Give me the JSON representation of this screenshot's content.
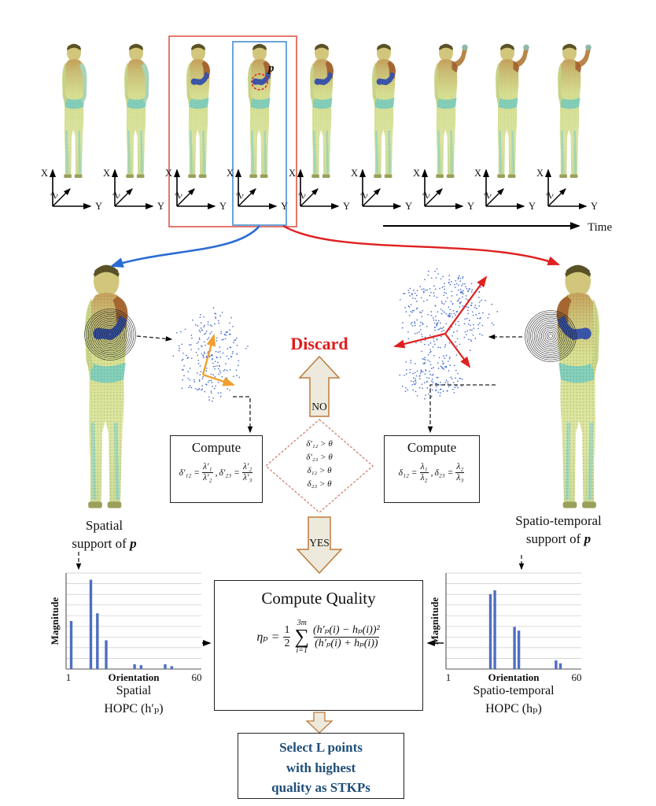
{
  "figure": {
    "axes": {
      "x": "X",
      "y": "Y",
      "z": "Z"
    },
    "time_label": "Time",
    "point_label": "p",
    "discard_label": "Discard",
    "no_label": "NO",
    "yes_label": "YES",
    "left_support_caption": {
      "line1": "Spatial",
      "line2_prefix": "support of ",
      "point": "p"
    },
    "right_support_caption": {
      "line1": "Spatio-temporal",
      "line2_prefix": "support of ",
      "point": "p"
    },
    "compute_left": {
      "title": "Compute",
      "f1_lhs": "δ′₁₂ =",
      "f1_num": "λ′₁",
      "f1_den": "λ′₂",
      "sep": ",",
      "f2_lhs": "δ′₂₃ =",
      "f2_num": "λ′₂",
      "f2_den": "λ′₃"
    },
    "compute_right": {
      "title": "Compute",
      "f1_lhs": "δ₁₂ =",
      "f1_num": "λ₁",
      "f1_den": "λ₂",
      "sep": ",",
      "f2_lhs": "δ₂₃ =",
      "f2_num": "λ₂",
      "f2_den": "λ₃"
    },
    "decision": {
      "conditions": [
        "δ′₁₂ > θ",
        "δ′₂₃ > θ",
        "δ₁₂ > θ",
        "δ₂₃ > θ"
      ]
    },
    "quality_box": {
      "title": "Compute Quality",
      "lhs": "ηₚ =",
      "coef_num": "1",
      "coef_den": "2",
      "sum_upper": "3m",
      "sum_sigma": "∑",
      "sum_lower": "i=1",
      "frac_num": "(h′ₚ(i) − hₚ(i))²",
      "frac_den": "(h′ₚ(i) + hₚ(i))"
    },
    "left_chart_caption": {
      "line1": "Spatial",
      "line2": "HOPC (h′ₚ)"
    },
    "right_chart_caption": {
      "line1": "Spatio-temporal",
      "line2": "HOPC (hₚ)"
    },
    "final_box": {
      "line1": "Select L points",
      "line2": "with highest",
      "line3": "quality as STKPs"
    }
  },
  "chart_data": [
    {
      "type": "bar",
      "title": "Spatial HOPC (h′ₚ)",
      "xlabel": "Orientation",
      "ylabel": "Magnitude",
      "x_ticks": [
        "1",
        "60"
      ],
      "x_range": [
        1,
        60
      ],
      "ylim": [
        0,
        1
      ],
      "grid": true,
      "bars": [
        {
          "x": 2,
          "v": 0.5
        },
        {
          "x": 11,
          "v": 0.93
        },
        {
          "x": 14,
          "v": 0.58
        },
        {
          "x": 18,
          "v": 0.3
        },
        {
          "x": 31,
          "v": 0.05
        },
        {
          "x": 34,
          "v": 0.04
        },
        {
          "x": 45,
          "v": 0.05
        },
        {
          "x": 48,
          "v": 0.03
        }
      ]
    },
    {
      "type": "bar",
      "title": "Spatio-temporal HOPC (hₚ)",
      "xlabel": "Orientation",
      "ylabel": "Magnitude",
      "x_ticks": [
        "1",
        "60"
      ],
      "x_range": [
        1,
        60
      ],
      "ylim": [
        0,
        1
      ],
      "grid": true,
      "bars": [
        {
          "x": 20,
          "v": 0.78
        },
        {
          "x": 22,
          "v": 0.82
        },
        {
          "x": 31,
          "v": 0.44
        },
        {
          "x": 33,
          "v": 0.4
        },
        {
          "x": 50,
          "v": 0.09
        },
        {
          "x": 52,
          "v": 0.06
        }
      ]
    }
  ],
  "colors": {
    "discard": "#e21b1b",
    "red_arrow": "#e02020",
    "blue_arrow": "#2b6cd4",
    "block_arrow_fill": "#edeadd",
    "block_arrow_stroke": "#bd7a3c",
    "bar_color": "#4f6fc0",
    "final_text": "#1f4e79",
    "orange_pc": "#f0a030",
    "patch_dot": "#3a63c8"
  }
}
